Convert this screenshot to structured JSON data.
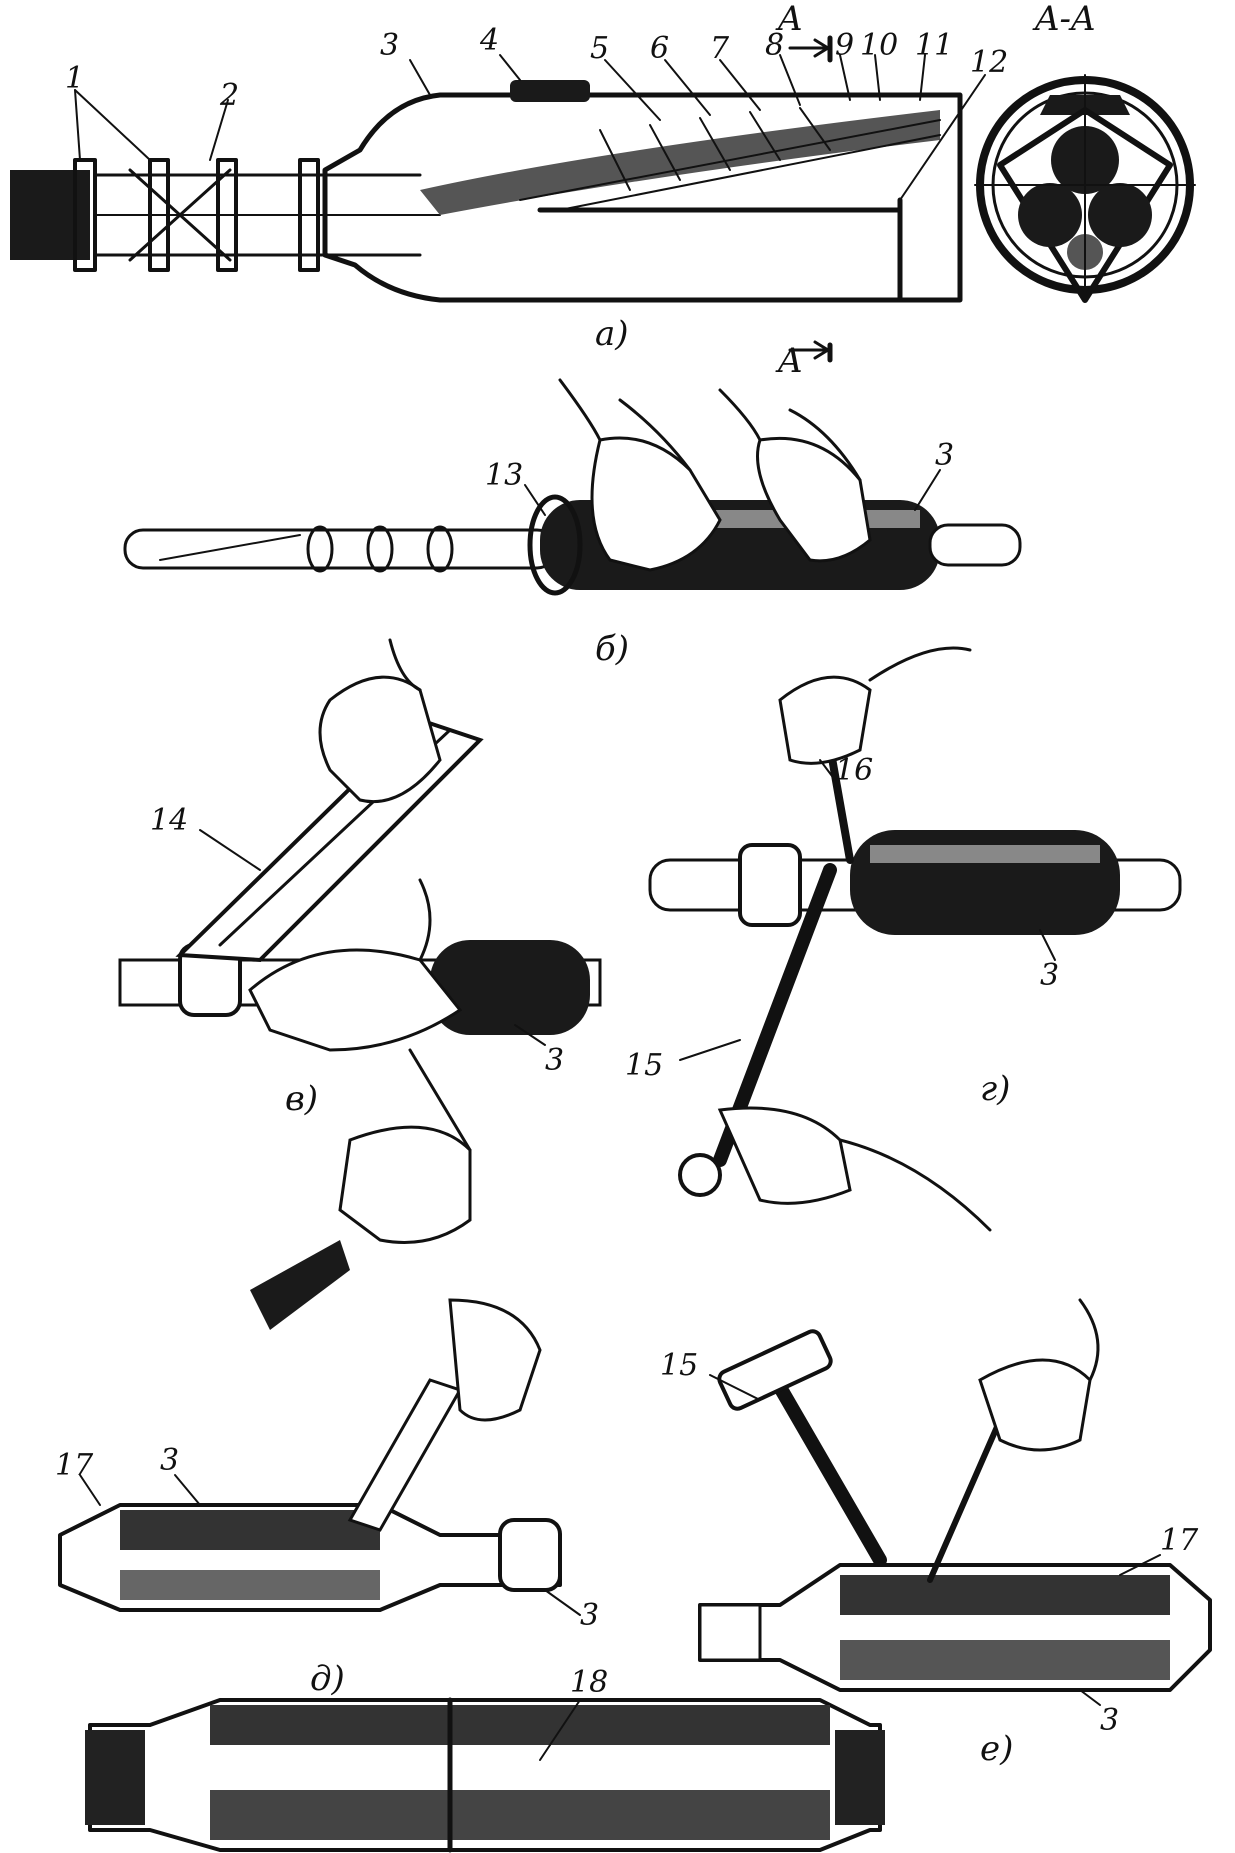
{
  "figure": {
    "section_marker": "A",
    "section_title": "A-A",
    "panels": [
      {
        "id": "a",
        "caption": "а)"
      },
      {
        "id": "b",
        "caption": "б)"
      },
      {
        "id": "v",
        "caption": "в)"
      },
      {
        "id": "g",
        "caption": "г)"
      },
      {
        "id": "d",
        "caption": "д)"
      },
      {
        "id": "e",
        "caption": "е)"
      }
    ],
    "callouts": {
      "a": [
        "1",
        "2",
        "3",
        "4",
        "5",
        "6",
        "7",
        "8",
        "9",
        "10",
        "11",
        "12"
      ],
      "b": [
        "13",
        "3"
      ],
      "v": [
        "14",
        "3"
      ],
      "g": [
        "16",
        "3",
        "15"
      ],
      "d": [
        "17",
        "3",
        "3"
      ],
      "e": [
        "15",
        "17",
        "3"
      ],
      "bottom": [
        "18"
      ]
    }
  },
  "colors": {
    "ink": "#111111",
    "paper": "#ffffff"
  }
}
